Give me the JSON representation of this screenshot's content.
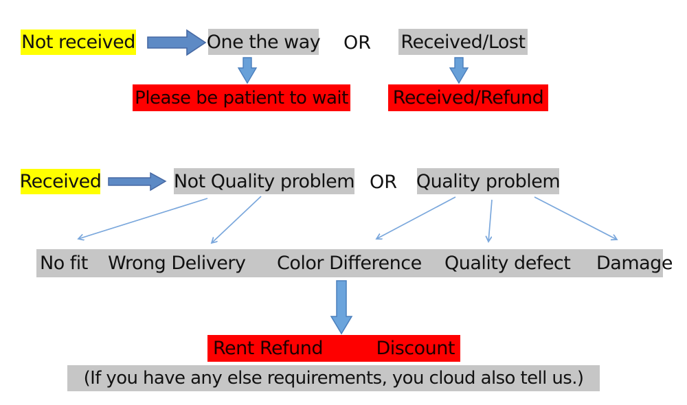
{
  "colors": {
    "highlight_yellow": "#ffff00",
    "box_gray": "#c6c6c6",
    "box_red": "#fe0000",
    "block_arrow_blue": "#5d8ac5",
    "block_arrow_border": "#4668a3",
    "thin_arrow_blue": "#7aa7dc"
  },
  "flow_not_received": {
    "start": "Not received",
    "branch_left": "One the way",
    "or": "OR",
    "branch_right": "Received/Lost",
    "outcome_left": "Please be patient to wait",
    "outcome_right": "Received/Refund"
  },
  "flow_received": {
    "start": "Received",
    "branch_left": "Not Quality problem",
    "or": "OR",
    "branch_right": "Quality problem",
    "reasons": [
      "No fit",
      "Wrong Delivery",
      "Color Difference",
      "Quality defect",
      "Damage"
    ],
    "outcome_left": "Rent Refund",
    "outcome_right": "Discount",
    "note": "(If you have any else requirements, you cloud also tell us.)"
  }
}
